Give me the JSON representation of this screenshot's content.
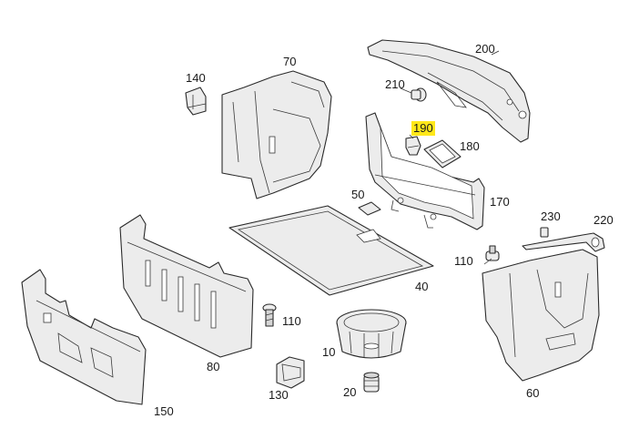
{
  "diagram": {
    "highlight_color": "#ffe81a",
    "callouts": [
      {
        "id": "70",
        "text": "70"
      },
      {
        "id": "140",
        "text": "140"
      },
      {
        "id": "200",
        "text": "200"
      },
      {
        "id": "210",
        "text": "210"
      },
      {
        "id": "190",
        "text": "190",
        "highlighted": true
      },
      {
        "id": "180",
        "text": "180"
      },
      {
        "id": "170",
        "text": "170"
      },
      {
        "id": "50",
        "text": "50"
      },
      {
        "id": "230",
        "text": "230"
      },
      {
        "id": "220",
        "text": "220"
      },
      {
        "id": "110a",
        "text": "110"
      },
      {
        "id": "40",
        "text": "40"
      },
      {
        "id": "110b",
        "text": "110"
      },
      {
        "id": "80",
        "text": "80"
      },
      {
        "id": "10",
        "text": "10"
      },
      {
        "id": "130",
        "text": "130"
      },
      {
        "id": "20",
        "text": "20"
      },
      {
        "id": "60",
        "text": "60"
      },
      {
        "id": "150",
        "text": "150"
      }
    ]
  }
}
